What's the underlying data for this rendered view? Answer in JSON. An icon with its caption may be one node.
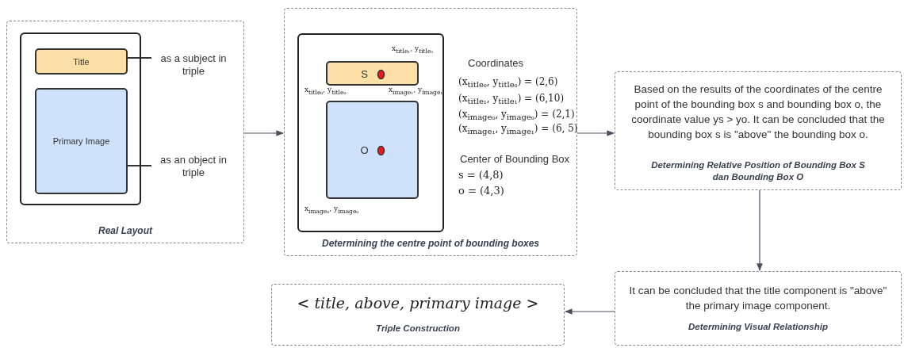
{
  "diagram": {
    "nodes": [
      {
        "text": [
          "Real Layout"
        ]
      },
      {
        "text": [],
        "shape": "box",
        "in": 0
      },
      {
        "text": [
          "Title"
        ],
        "in": 1
      },
      {
        "text": [
          "Primary Image"
        ],
        "in": 1
      },
      {
        "text": [
          "as  a subject in triple"
        ],
        "in": 0
      },
      {
        "text": [
          "as  an object in triple"
        ],
        "in": 0
      },
      {
        "text": [
          "Determining the centre point of bounding boxes"
        ]
      },
      {
        "text": [],
        "shape": "box",
        "in": 6
      },
      {
        "text": [
          "S"
        ],
        "in": 7
      },
      {
        "text": [
          "O"
        ],
        "in": 7
      },
      {
        "text": [
          "Based on the results of the coordinates of the centre point of the bounding box s and bounding box o, the coordinate value ys > yo. It can be concluded that the bounding box s is \"above\" the bounding box o.",
          "Determining Relative Position of Bounding Box S dan Bounding Box O"
        ]
      },
      {
        "text": [
          "It can be concluded that the title component is \"above\" the primary image component.",
          "Determining Visual Relationship"
        ]
      },
      {
        "text": [
          "< title,  above,  primary image >",
          "Triple Construction"
        ]
      }
    ],
    "edges": [
      {
        "from": 2,
        "to": 4,
        "arrow": "none"
      },
      {
        "from": 3,
        "to": 5,
        "arrow": "none"
      },
      {
        "from": 0,
        "to": 6,
        "arrow": "to"
      },
      {
        "from": 6,
        "to": 10,
        "arrow": "to"
      },
      {
        "from": 10,
        "to": 11,
        "arrow": "to"
      },
      {
        "from": 11,
        "to": 12,
        "arrow": "to"
      }
    ],
    "labels": [
      "x$_{title₁}$, y$_{title₁}$",
      "x$_{title₀}$, y$_{title₀}$",
      "x$_{image₁}$, y$_{image₁}$",
      "x$_{image₀}$, y$_{image₀}$",
      "Coordinates",
      "(x$_{title₀}$, y$_{title₀}$) = (2,6)",
      "(x$_{title₁}$, y$_{title₁}$) = (6,10)",
      "(x$_{image₀}$, y$_{image₀}$) = (2,1)",
      "(x$_{image₁}$, y$_{image₁}$) = (6, 5)",
      "Center of Bounding Box",
      "s = (4,8)",
      "o = (4,3)"
    ]
  }
}
